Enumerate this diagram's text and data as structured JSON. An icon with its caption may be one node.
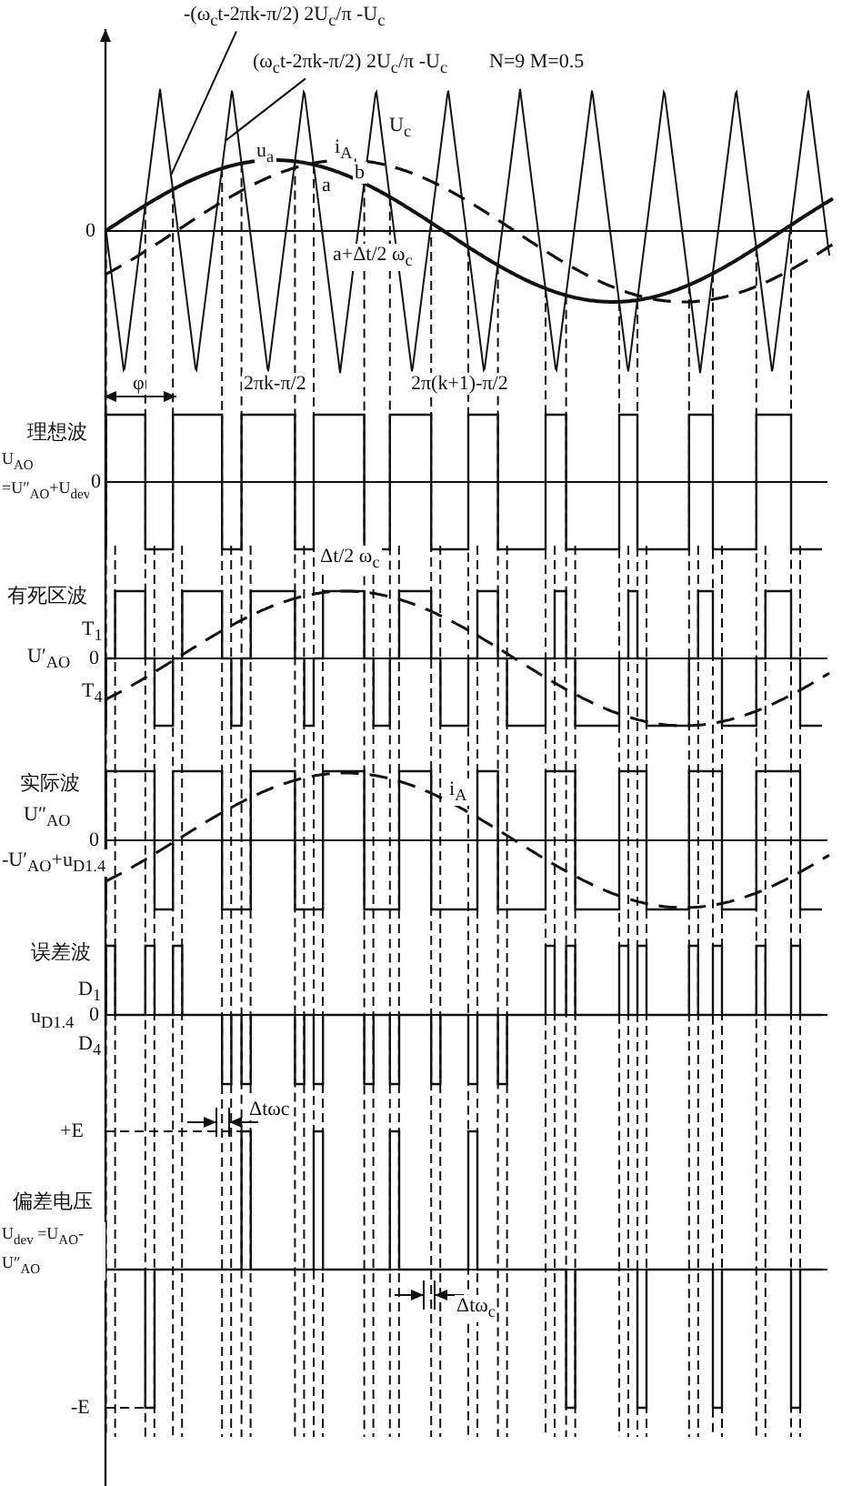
{
  "diagram": {
    "nodes": [
      {
        "text": [
          "-(ω$_{c}$t-2πk-π/2) 2U$_{c}$/π -U$_{c}$"
        ]
      },
      {
        "text": [
          "(ω$_{c}$t-2πk-π/2) 2U$_{c}$/π -U$_{c}$"
        ]
      }
    ],
    "edges": [
      {
        "from": 0,
        "to": null,
        "arrow": "none"
      },
      {
        "from": 1,
        "to": null,
        "arrow": "none"
      }
    ],
    "labels": [
      "N=9 M=0.5",
      "U$_{c}$",
      "u$_{a}$",
      "i$_{A}$",
      "a",
      "b",
      "0",
      "a+Δt/2 ω$_{c}$",
      "φ",
      "2πk-π/2",
      "2π(k+1)-π/2",
      "理想波",
      "U$_{AO}$ =U″$_{AO}$+U$_{dev}$",
      "0",
      "Δt/2 ω$_{c}$",
      "有死区波",
      "T$_{1}$",
      "U′$_{AO}$",
      "0",
      "T$_{4}$",
      "实际波",
      "U″$_{AO}$",
      "0",
      "-U′$_{AO}$+u$_{D1.4}$",
      "i$_{A}$",
      "误差波",
      "D$_{1}$",
      "u$_{D1.4}$",
      "0",
      "D$_{4}$",
      "+E",
      "Δtωc",
      "偏差电压",
      "U$_{dev}$ =U$_{AO}$-U″$_{AO}$",
      "Δtω$_{c}$",
      "-E"
    ]
  }
}
